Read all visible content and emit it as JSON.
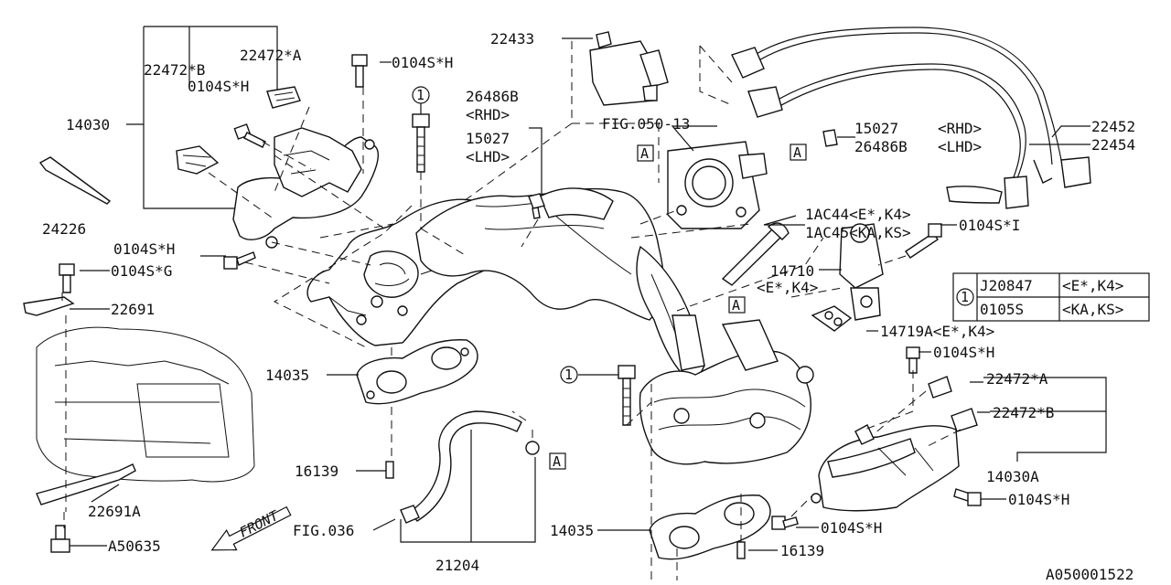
{
  "diagram_id": "A050001522",
  "front_label": "FRONT",
  "callouts": {
    "p22433": "22433",
    "p26486b_rhd": "26486B",
    "rhd1": "<RHD>",
    "p15027_lhd": "15027",
    "lhd1": "<LHD>",
    "fig050": "FIG.050-13",
    "p15027_r": "15027",
    "rhd2": "<RHD>",
    "p26486b_l": "26486B",
    "lhd2": "<LHD>",
    "p22452": "22452",
    "p22454": "22454",
    "p22472b_top": "22472*B",
    "p22472a_top": "22472*A",
    "p0104sh_top": "0104S*H",
    "p0104sh_left": "0104S*H",
    "p14030": "14030",
    "p24226": "24226",
    "p0104sh_mid": "0104S*H",
    "p0104sg": "0104S*G",
    "p22691": "22691",
    "p22691a": "22691A",
    "pa50635": "A50635",
    "p14035_l": "14035",
    "p16139_l": "16139",
    "pfig036": "FIG.036",
    "p21204": "21204",
    "p14035_b": "14035",
    "p16139_b": "16139",
    "p0104sh_b": "0104S*H",
    "p0104sh_br": "0104S*H",
    "p14030a": "14030A",
    "p22472b_r": "22472*B",
    "p22472a_r": "22472*A",
    "p0104sh_r": "0104S*H",
    "p14719a": "14719A<E*,K4>",
    "p14710": "14710",
    "p14710_spec": "<E*,K4>",
    "p0104si": "0104S*I",
    "p1ac44": "1AC44<E*,K4>",
    "p1ac45": "1AC45<KA,KS>"
  },
  "markers": {
    "a": "A",
    "one": "1"
  },
  "ref_table": {
    "rows": [
      {
        "part": "J20847",
        "spec": "<E*,K4>"
      },
      {
        "part": "0105S",
        "spec": "<KA,KS>"
      }
    ]
  }
}
